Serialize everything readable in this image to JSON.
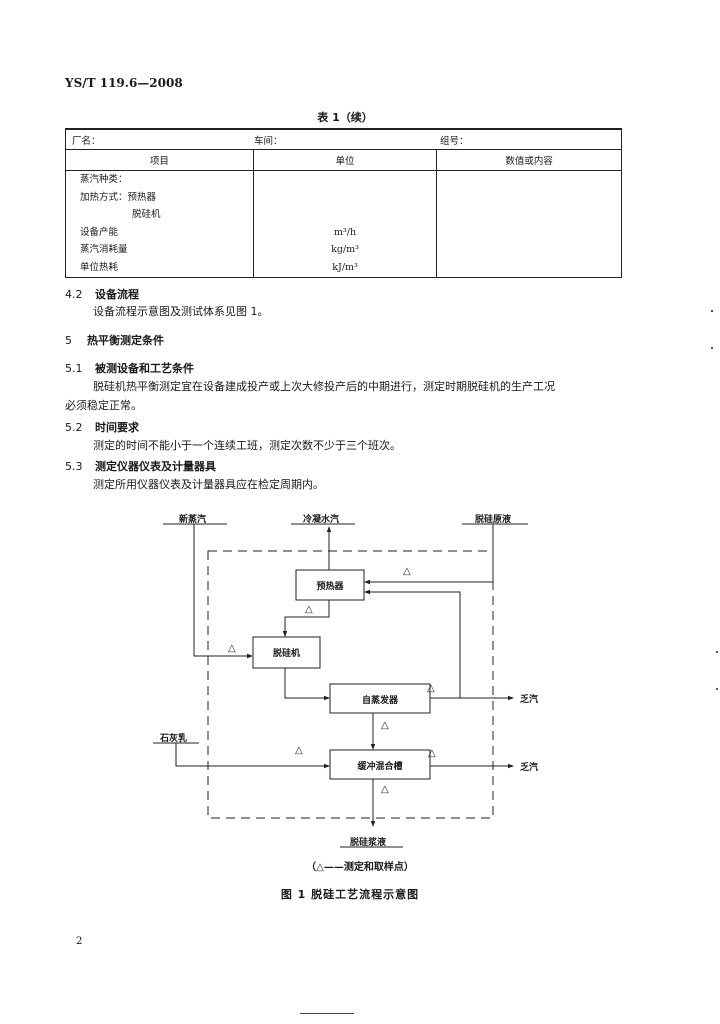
{
  "header": {
    "standard_code": "YS/T 119.6—2008"
  },
  "table": {
    "caption": "表 1（续）",
    "info": {
      "factory_label": "厂名：",
      "workshop_label": "车间：",
      "group_label": "组号："
    },
    "columns": [
      "项目",
      "单位",
      "数值或内容"
    ],
    "rows": [
      {
        "item": "蒸汽种类：",
        "unit": "",
        "value": ""
      },
      {
        "item": "加热方式：预热器",
        "unit": "",
        "value": ""
      },
      {
        "item": "脱硅机",
        "unit": "",
        "value": ""
      },
      {
        "item": "设备产能",
        "unit": "m³/h",
        "value": ""
      },
      {
        "item": "蒸汽消耗量",
        "unit": "kg/m³",
        "value": ""
      },
      {
        "item": "单位热耗",
        "unit": "kJ/m³",
        "value": ""
      }
    ]
  },
  "sections": [
    {
      "num": "4.2",
      "title": "设备流程",
      "text": [
        "设备流程示意图及测试体系见图 1。"
      ]
    },
    {
      "num": "5",
      "title": "热平衡测定条件",
      "text": []
    },
    {
      "num": "5.1",
      "title": "被测设备和工艺条件",
      "text": [
        "脱硅机热平衡测定宜在设备建成投产或上次大修投产后的中期进行，测定时期脱硅机的生产工况",
        "必须稳定正常。"
      ]
    },
    {
      "num": "5.2",
      "title": "时间要求",
      "text": [
        "测定的时间不能小于一个连续工班，测定次数不少于三个班次。"
      ]
    },
    {
      "num": "5.3",
      "title": "测定仪器仪表及计量器具",
      "text": [
        "测定所用仪器仪表及计量器具应在检定周期内。"
      ]
    }
  ],
  "diagram": {
    "inputs": {
      "fresh_steam": "新蒸汽",
      "condensed_steam": "冷凝水汽",
      "raw_liquor": "脱硅原液",
      "lime_milk": "石灰乳"
    },
    "equipment": {
      "preheater": "预热器",
      "desilicator": "脱硅机",
      "flash_evaporator": "自蒸发器",
      "buffer_tank": "缓冲混合槽"
    },
    "outputs": {
      "exhaust_steam_1": "乏汽",
      "exhaust_steam_2": "乏汽",
      "desilicated_slurry": "脱硅浆液"
    },
    "marker": "△",
    "legend": "（△——测定和取样点）",
    "caption": "图 1   脱硅工艺流程示意图"
  },
  "footer": {
    "page_number": "2"
  }
}
